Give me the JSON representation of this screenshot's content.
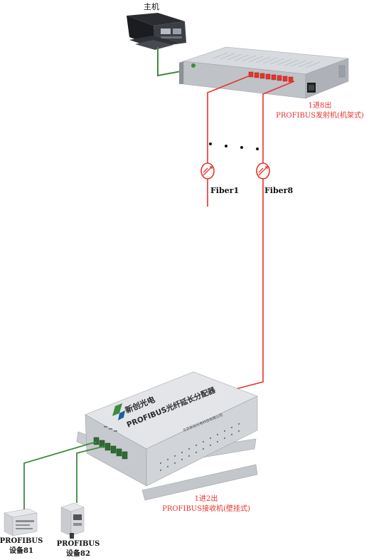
{
  "host": {
    "label": "主机"
  },
  "transmitter": {
    "line1": "1进8出",
    "line2": "PROFIBUS发射机(机架式)"
  },
  "fibers": [
    {
      "label": "Fiber1"
    },
    {
      "label": "Fiber8"
    }
  ],
  "receiver": {
    "line1": "1进2出",
    "line2": "PROFIBUS接收机(壁挂式)",
    "brand": "新创光电",
    "front_title": "PROFIBUS光纤延长分配器",
    "maker": "北京新创光电科技有限公司"
  },
  "devices": [
    {
      "line1": "PROFIBUS",
      "line2": "设备81"
    },
    {
      "line1": "PROFIBUS",
      "line2": "设备82"
    }
  ],
  "colors": {
    "fiber": "#e8332a",
    "cable": "#3f8a3f",
    "label_red": "#e8332a"
  }
}
